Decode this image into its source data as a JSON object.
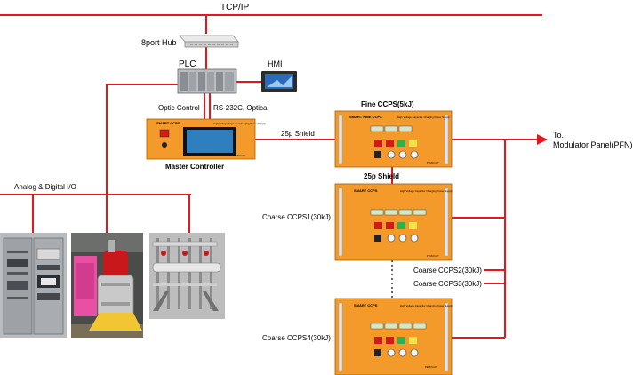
{
  "labels": {
    "tcpip": "TCP/IP",
    "hub": "8port Hub",
    "plc": "PLC",
    "hmi": "HMI",
    "optic_control": "Optic Control",
    "rs232": "RS-232C, Optical",
    "master_controller": "Master Controller",
    "shield_top": "25p Shield",
    "shield_mid": "25p Shield",
    "fine_ccps": "Fine CCPS(5kJ)",
    "to": "To.",
    "modulator_panel": "Modulator Panel(PFN)",
    "analog_digital_io": "Analog & Digital I/O",
    "coarse1": "Coarse CCPS1(30kJ)",
    "coarse2": "Coarse CCPS2(30kJ)",
    "coarse3": "Coarse CCPS3(30kJ)",
    "coarse4": "Coarse CCPS4(30kJ)"
  },
  "panel_text": {
    "smart_ccps": "SMART CCPS",
    "smart_fine_ccps": "SMART FINE CCPS",
    "header_desc": "High Voltage Capacitor Charging Power Supply",
    "maker": "PEMCO-KT"
  },
  "colors": {
    "line": "#e8161c",
    "panel_orange": "#f39a2b",
    "panel_border": "#a85c00",
    "hmi_screen": "#2a6ab8",
    "lcd_green": "#d7e6c8"
  }
}
